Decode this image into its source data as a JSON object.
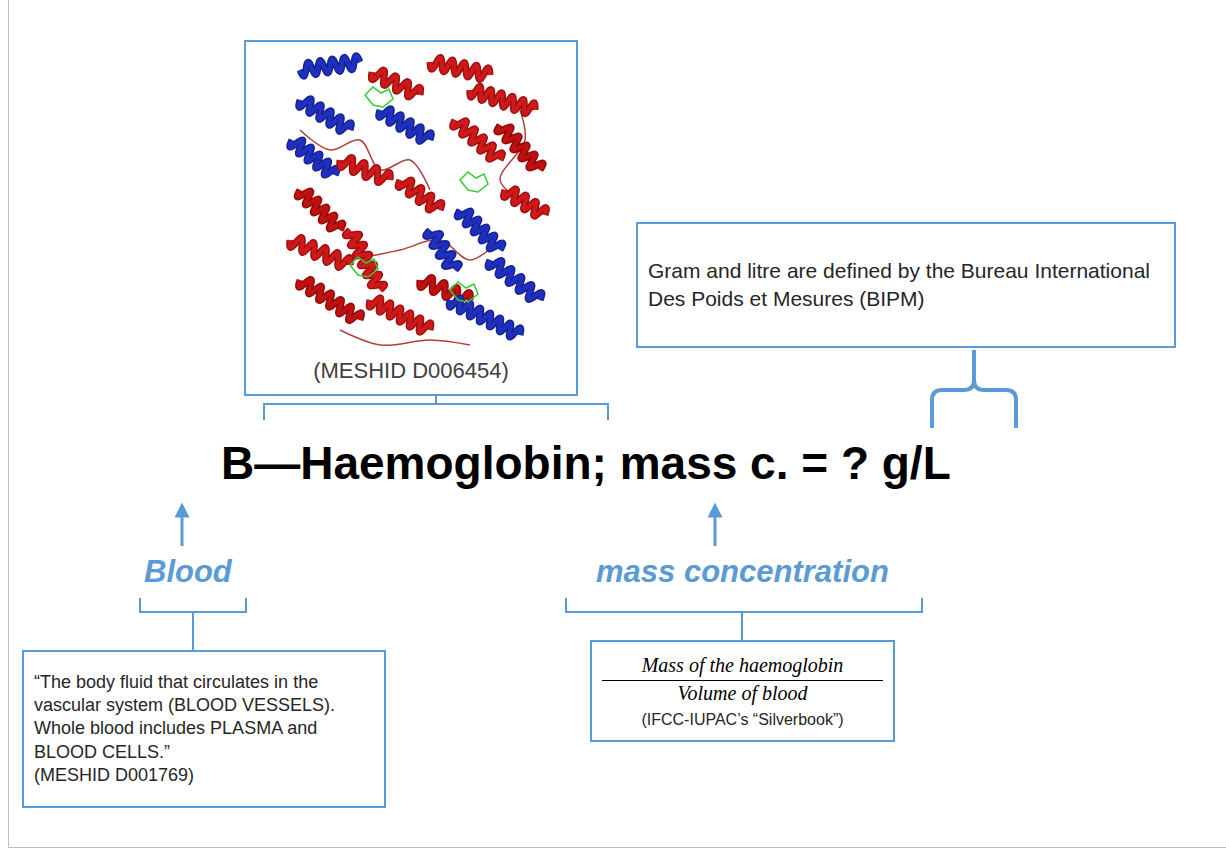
{
  "diagram": {
    "nodes": [
      {
        "text": [
          "(MESHID D006454)"
        ]
      },
      {
        "text": [
          "Gram and litre are defined by the Bureau International Des Poids et Mesures (BIPM)"
        ]
      },
      {
        "text": [
          "“The body fluid that circulates in the vascular system (BLOOD VESSELS). Whole blood includes PLASMA and BLOOD CELLS.”",
          "(MESHID D001769)"
        ]
      },
      {
        "text": [
          "Mass of the haemoglobin",
          "Volume of blood",
          "(IFCC-IUPAC’s “Silverbook”)"
        ]
      }
    ],
    "labels": [
      "B—Haemoglobin; mass c. = ? g/L",
      "Blood",
      "mass concentration"
    ]
  }
}
